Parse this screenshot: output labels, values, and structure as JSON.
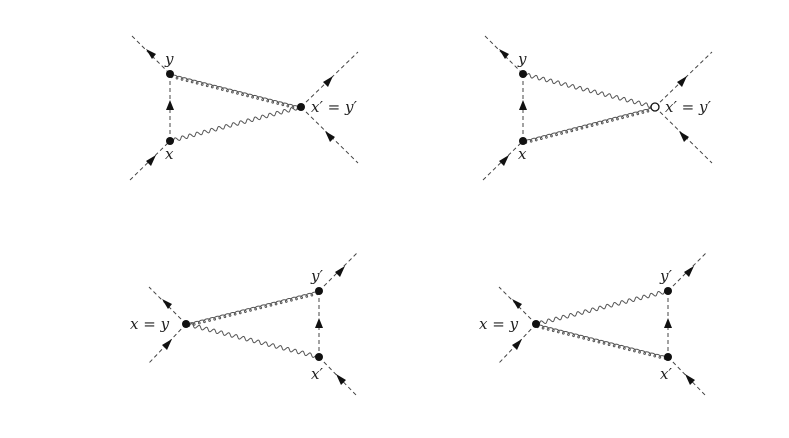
{
  "diagrams": [
    {
      "vertex_labels": {
        "a": "y",
        "b": "x",
        "c": "x′ = y′"
      }
    },
    {
      "vertex_labels": {
        "a": "y",
        "b": "x",
        "c": "x′ = y′"
      }
    },
    {
      "vertex_labels": {
        "a": "y′",
        "b": "x′",
        "c": "x = y"
      }
    },
    {
      "vertex_labels": {
        "a": "y′",
        "b": "x′",
        "c": "x = y"
      }
    }
  ]
}
